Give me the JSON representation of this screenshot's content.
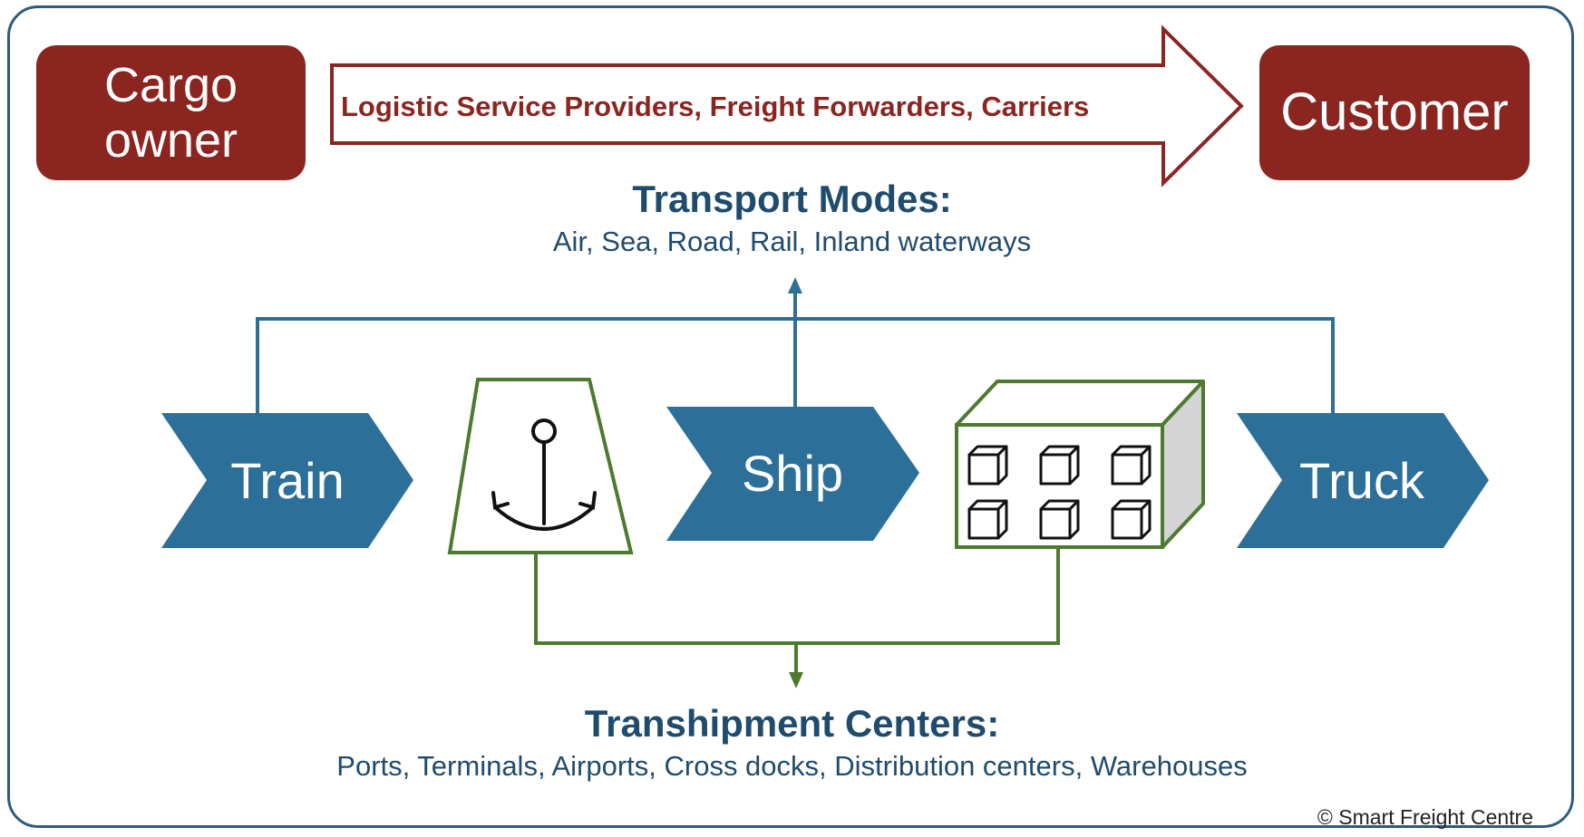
{
  "cargo_owner": {
    "label": "Cargo\nowner"
  },
  "customer": {
    "label": "Customer"
  },
  "flow_arrow": {
    "label": "Logistic Service Providers, Freight Forwarders, Carriers"
  },
  "transport_modes": {
    "title": "Transport Modes:",
    "list": "Air, Sea, Road, Rail, Inland  waterways"
  },
  "chevrons": {
    "train": "Train",
    "ship": "Ship",
    "truck": "Truck"
  },
  "transhipment_centers": {
    "title": "Transhipment Centers:",
    "list": "Ports, Terminals, Airports, Cross docks, Distribution  centers, Warehouses"
  },
  "copyright": "© Smart Freight Centre",
  "icons": [
    "anchor-icon",
    "warehouse-boxes-icon"
  ],
  "colors": {
    "brand_red": "#8b2520",
    "mode_blue": "#2c6f98",
    "text_blue": "#1f4b6d",
    "hub_green": "#4e7a2f",
    "frame": "#2e5b7d"
  }
}
